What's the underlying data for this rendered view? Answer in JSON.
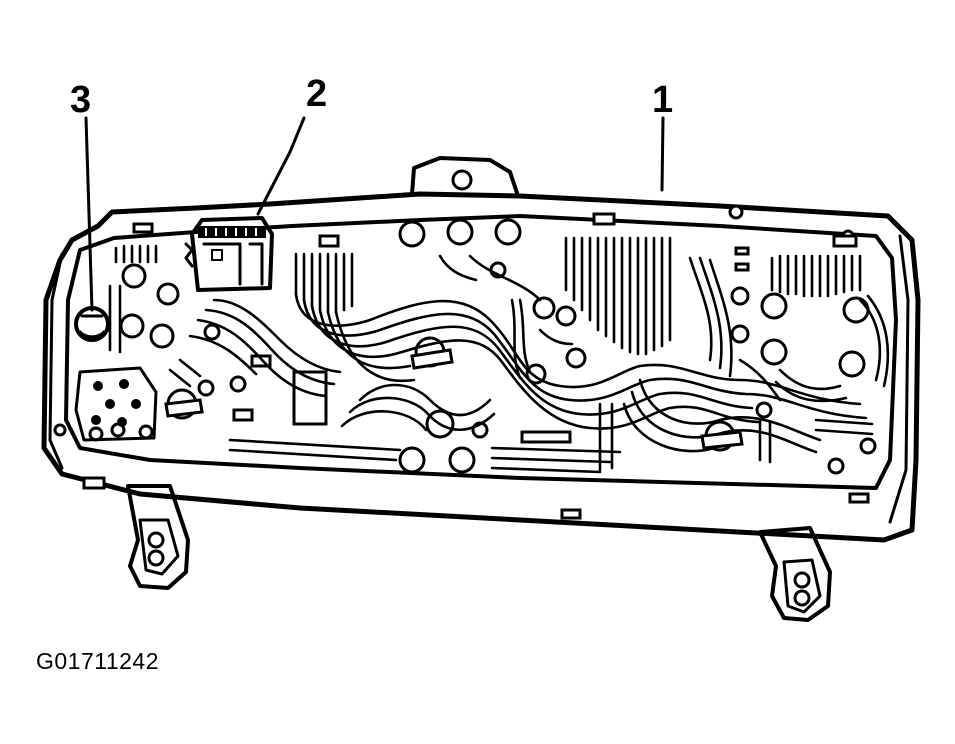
{
  "callouts": [
    {
      "id": "callout-1",
      "label": "1"
    },
    {
      "id": "callout-2",
      "label": "2"
    },
    {
      "id": "callout-3",
      "label": "3"
    }
  ],
  "figure_id": "G01711242",
  "colors": {
    "ink": "#000000",
    "background": "#ffffff"
  }
}
